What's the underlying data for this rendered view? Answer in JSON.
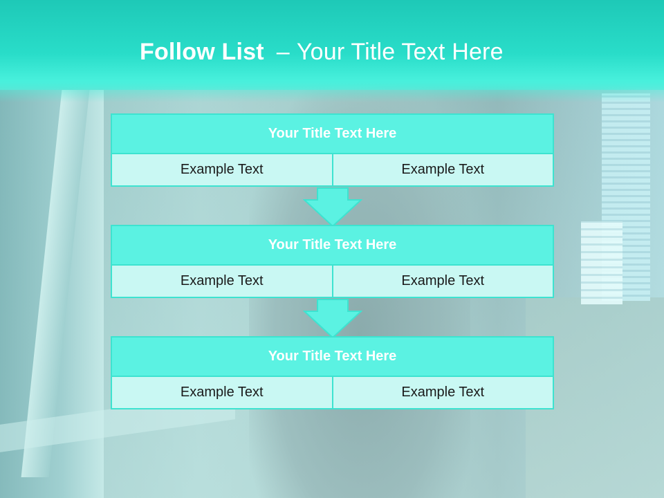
{
  "header": {
    "title_bold": "Follow List",
    "title_separator": "–",
    "title_rest": "Your Title Text Here"
  },
  "blocks": [
    {
      "title": "Your Title Text Here",
      "cells": [
        "Example Text",
        "Example Text"
      ]
    },
    {
      "title": "Your Title Text Here",
      "cells": [
        "Example Text",
        "Example Text"
      ]
    },
    {
      "title": "Your Title Text Here",
      "cells": [
        "Example Text",
        "Example Text"
      ]
    }
  ],
  "colors": {
    "header_teal": "#29ddc9",
    "block_header": "#5bf2e2",
    "block_cell": "#c9f8f3",
    "border": "#3de3d0",
    "arrow_fill": "#5bf2e2"
  }
}
